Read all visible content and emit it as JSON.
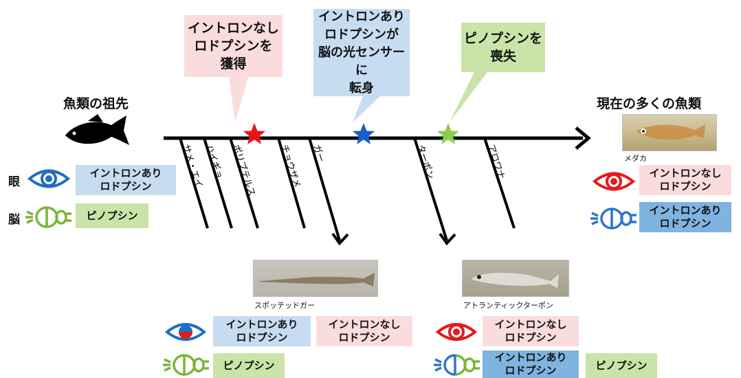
{
  "title_left": "魚類の祖先",
  "title_right": "現在の多くの魚類",
  "callouts": {
    "gain": [
      "イントロンなし",
      "ロドプシンを",
      "獲得"
    ],
    "shift": [
      "イントロンあり",
      "ロドプシンが",
      "脳の光センサーに",
      "転身"
    ],
    "loss": [
      "ピノプシンを",
      "喪失"
    ]
  },
  "colors": {
    "pink": "#fbdcdc",
    "blue": "#c6dcf1",
    "green": "#c9e3a9",
    "blue_dark": "#7fb3e0",
    "star_red": "#e8141c",
    "star_blue": "#1a5fc7",
    "star_green": "#8ccf4d",
    "eye_blue": "#1f6fc0",
    "eye_red": "#e31b1b",
    "brain_green": "#7ab63a",
    "brain_blue": "#2f74c9"
  },
  "lineages": [
    "サメ・エイ",
    "ハイギョ",
    "ポリプテルス",
    "チョウザメ",
    "ガー",
    "ターポン",
    "アロワナ"
  ],
  "organs": {
    "eye": "眼",
    "brain": "脳"
  },
  "labels": {
    "intron_yes": [
      "イントロンあり",
      "ロドプシン"
    ],
    "intron_no": [
      "イントロンなし",
      "ロドプシン"
    ],
    "pinopsin": "ピノプシン"
  },
  "species": {
    "medaka": "メダカ",
    "gar": "スポッテッドガー",
    "tarpon": "アトランティックターポン"
  },
  "icons": [
    "fish-silhouette-icon",
    "eye-icon",
    "brain-icon",
    "star-icon"
  ]
}
